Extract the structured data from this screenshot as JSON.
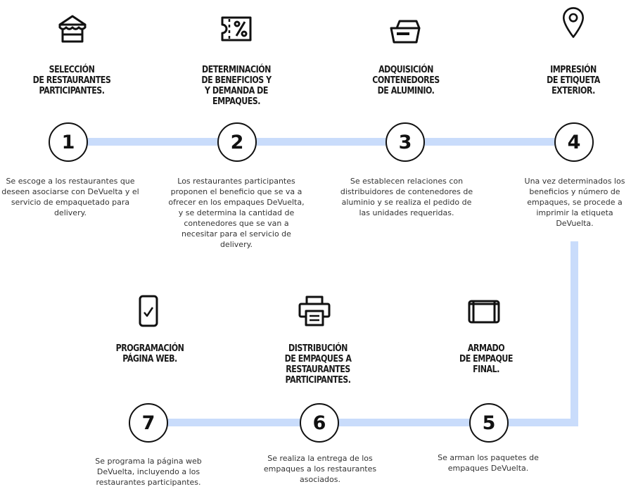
{
  "steps": [
    {
      "number": "1",
      "title": "SELECCIÓN\nDE RESTAURANTES\nPARTICIPANTES.",
      "description": "Se escoge a los restaurantes que deseen asociarse con DeVuelta y el servicio de empaquetado para delivery.",
      "icon": "store-icon"
    },
    {
      "number": "2",
      "title": "DETERMINACIÓN\nDE BENEFICIOS Y\nY DEMANDA DE\nEMPAQUES.",
      "description": "Los restaurantes participantes proponen el beneficio que se va a ofrecer en los empaques DeVuelta, y se determina la cantidad de contenedores que se van a necesitar para el servicio de delivery.",
      "icon": "discount-ticket-icon"
    },
    {
      "number": "3",
      "title": "ADQUISICIÓN\nCONTENEDORES\nDE ALUMINIO.",
      "description": "Se establecen relaciones con distribuidores de contenedores de aluminio y se realiza el pedido de las unidades requeridas.",
      "icon": "aluminum-container-icon"
    },
    {
      "number": "4",
      "title": "IMPRESIÓN\nDE ETIQUETA\nEXTERIOR.",
      "description": "Una vez determinados los beneficios y número de empaques, se procede a imprimir la etiqueta DeVuelta.",
      "icon": "location-pin-icon"
    },
    {
      "number": "5",
      "title": "ARMADO\nDE EMPAQUE\nFINAL.",
      "description": "Se arman los paquetes de empaques DeVuelta.",
      "icon": "package-icon"
    },
    {
      "number": "6",
      "title": "DISTRIBUCIÓN\nDE EMPAQUES A\nRESTAURANTES\nPARTICIPANTES.",
      "description": "Se realiza la entrega de los empaques a los restaurantes asociados.",
      "icon": "printer-icon"
    },
    {
      "number": "7",
      "title": "PROGRAMACIÓN\nPÁGINA WEB.",
      "description": "Se programa la página web DeVuelta, incluyendo a los restaurantes participantes.",
      "icon": "phone-check-icon"
    }
  ],
  "colors": {
    "connector": "#c9dcfb",
    "circle_border": "#111111"
  }
}
